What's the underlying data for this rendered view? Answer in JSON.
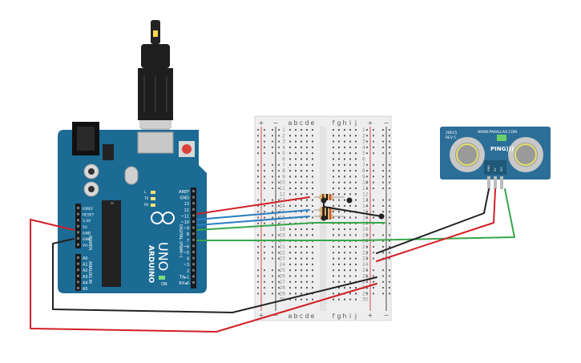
{
  "arduino": {
    "brand": "ARDUINO",
    "model": "UNO",
    "on_label": "ON",
    "tx_label": "TX",
    "rx_label": "RX",
    "l_label": "L",
    "power_header_title": "POWER",
    "analog_header_title": "ANALOG IN",
    "digital_header_title": "DIGITAL (PWM~)",
    "power_pins": [
      "IOREF",
      "RESET",
      "3.3V",
      "5V",
      "GND",
      "GND",
      "Vin"
    ],
    "analog_pins": [
      "A0",
      "A1",
      "A2",
      "A3",
      "A4",
      "A5"
    ],
    "digital_pins": [
      "AREF",
      "GND",
      "13",
      "12",
      "~11",
      "~10",
      "~9",
      "8",
      "7",
      "~6",
      "~5",
      "4",
      "~3",
      "2",
      "TX▸1",
      "RX◂0"
    ]
  },
  "breadboard": {
    "columns_left": [
      "a",
      "b",
      "c",
      "d",
      "e"
    ],
    "columns_right": [
      "f",
      "g",
      "h",
      "i",
      "j"
    ],
    "row_count": 30,
    "plus_label": "+",
    "minus_label": "−"
  },
  "ping_sensor": {
    "brand_line": "WWW.PARALLAX.COM",
    "model_line": "28015",
    "rev_line": "REV C",
    "name_label": "PING)))",
    "pin_labels": [
      "GND",
      "5V",
      "SIG"
    ]
  },
  "wire_colors": {
    "red": "#d11f25",
    "black": "#222222",
    "blue": "#2c7fc1",
    "green": "#37a64a"
  },
  "colors": {
    "arduino_body": "#1b6b94",
    "breadboard": "#eeeeee",
    "sensor_body": "#2b6e98"
  }
}
